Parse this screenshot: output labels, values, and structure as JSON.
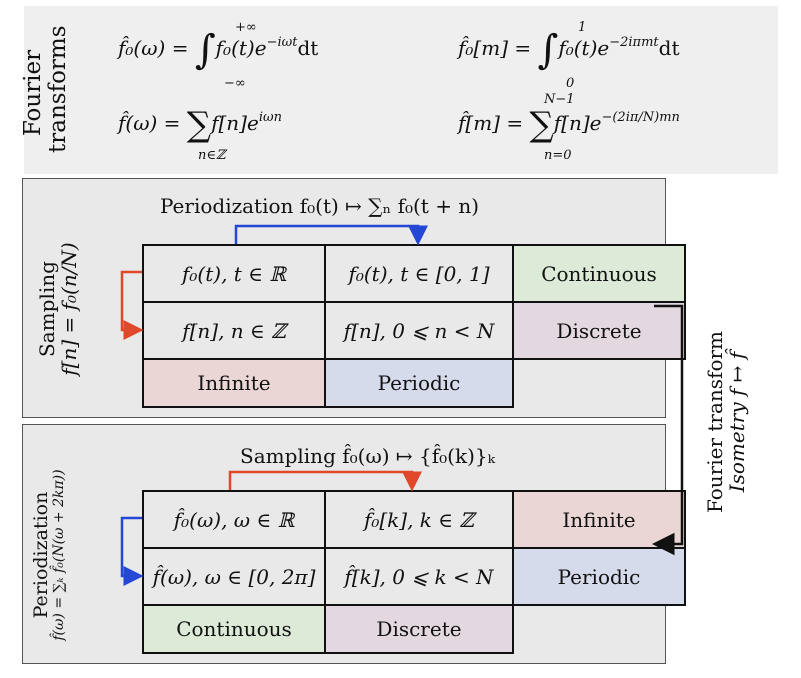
{
  "top": {
    "label_line1": "Fourier",
    "label_line2": "transforms",
    "f1_lhs": "f̂₀(ω) = ",
    "f1_upper": "+∞",
    "f1_lower": "−∞",
    "f1_body": "f₀(t)e",
    "f1_exp": "−iωt",
    "f1_dt": "dt",
    "f2_lhs": "f̂₀[m] = ",
    "f2_upper": "1",
    "f2_lower": "0",
    "f2_body": "f₀(t)e",
    "f2_exp": "−2iπmt",
    "f2_dt": "dt",
    "f3_lhs": "f̂(ω) = ",
    "f3_lower": "n∈ℤ",
    "f3_body": "f[n]e",
    "f3_exp": "iωn",
    "f4_lhs": "f̂[m] = ",
    "f4_upper": "N−1",
    "f4_lower": "n=0",
    "f4_body": "f[n]e",
    "f4_exp": "−(2iπ/N)mn"
  },
  "middle": {
    "side_label1": "Sampling",
    "side_label2": "f[n] = f₀(n/N)",
    "title": "Periodization  f₀(t) ↦ ∑ₙ f₀(t + n)",
    "rows": [
      [
        "f₀(t), t ∈ ℝ",
        "f₀(t), t ∈ [0, 1]",
        "Continuous"
      ],
      [
        "f[n], n ∈ ℤ",
        "f[n], 0 ⩽ n < N",
        "Discrete"
      ],
      [
        "Infinite",
        "Periodic",
        ""
      ]
    ]
  },
  "right": {
    "label1": "Fourier transform",
    "label2": "Isometry  f ↦ f̂"
  },
  "bottom": {
    "side_label1": "Periodization",
    "side_label2": "f̂(ω) = ∑ₖ f̂₀(N(ω + 2kπ))",
    "title": "Sampling  f̂₀(ω) ↦ {f̂₀(k)}ₖ",
    "rows": [
      [
        "f̂₀(ω), ω ∈ ℝ",
        "f̂₀[k], k ∈ ℤ",
        "Infinite"
      ],
      [
        "f̂(ω), ω ∈ [0, 2π]",
        "f̂[k], 0 ⩽ k < N",
        "Periodic"
      ],
      [
        "Continuous",
        "Discrete",
        ""
      ]
    ]
  },
  "colors": {
    "blue_arrow": "#2447d6",
    "red_arrow": "#e0482a",
    "green": "#dcead7",
    "purple": "#e3d8e0",
    "pink": "#ead7d5",
    "lightblue": "#d6dbec"
  }
}
